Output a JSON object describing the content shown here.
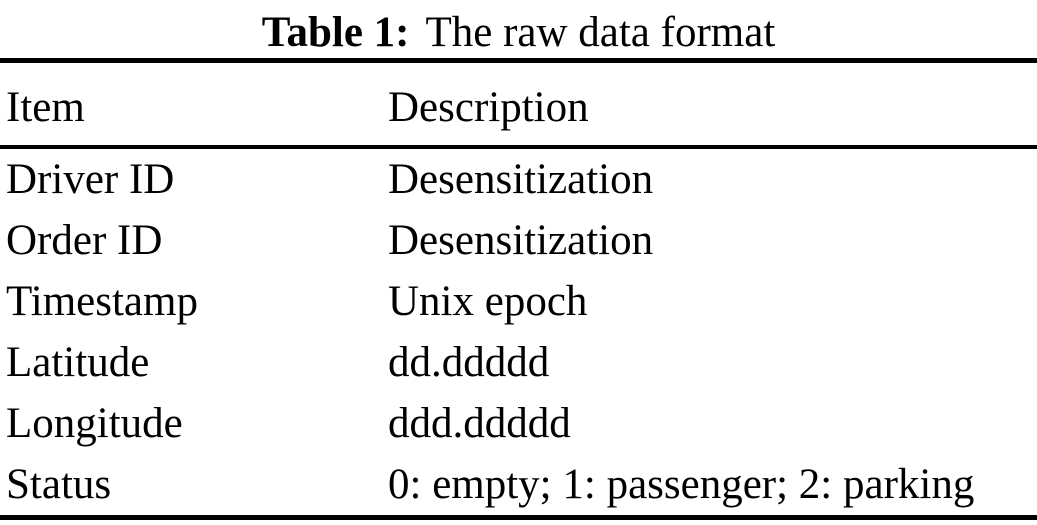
{
  "caption": {
    "label": "Table 1:",
    "text": "The raw data format"
  },
  "table": {
    "columns": [
      {
        "label": "Item"
      },
      {
        "label": "Description"
      }
    ],
    "rows": [
      {
        "item": "Driver ID",
        "description": "Desensitization"
      },
      {
        "item": "Order ID",
        "description": "Desensitization"
      },
      {
        "item": "Timestamp",
        "description": "Unix epoch"
      },
      {
        "item": "Latitude",
        "description": "dd.ddddd"
      },
      {
        "item": "Longitude",
        "description": "ddd.ddddd"
      },
      {
        "item": "Status",
        "description": "0: empty; 1: passenger; 2: parking"
      }
    ]
  },
  "colors": {
    "text": "#000000",
    "background": "#ffffff",
    "rule": "#000000"
  }
}
